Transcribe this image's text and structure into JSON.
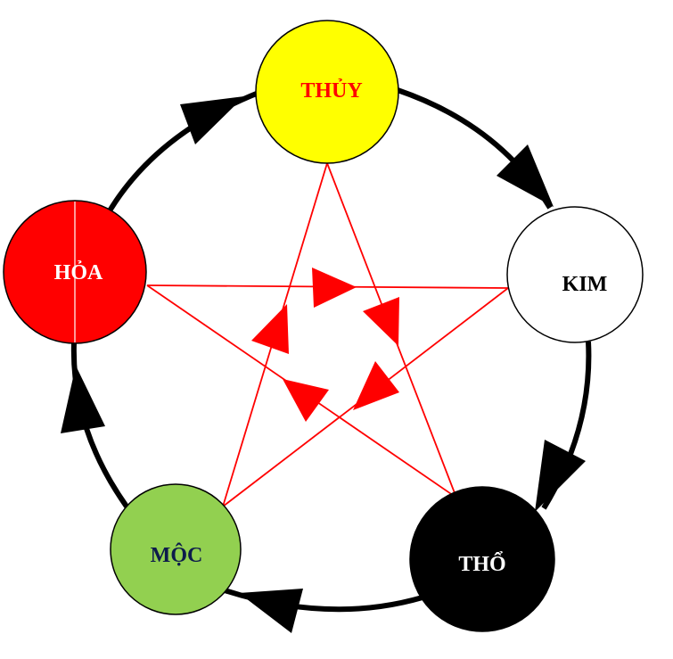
{
  "nodes": {
    "thuy": {
      "label": "THỦY",
      "fill": "#ffff00",
      "text_color": "#ff0000"
    },
    "kim": {
      "label": "KIM",
      "fill": "#ffffff",
      "text_color": "#000000"
    },
    "tho": {
      "label": "THỔ",
      "fill": "#000000",
      "text_color": "#ffffff"
    },
    "moc": {
      "label": "MỘC",
      "fill": "#92d050",
      "text_color": "#0d1b4b"
    },
    "hoa": {
      "label": "HỎA",
      "fill": "#ff0000",
      "text_color": "#ffffff"
    }
  },
  "colors": {
    "outer_cycle": "#000000",
    "inner_star": "#ff0000"
  }
}
